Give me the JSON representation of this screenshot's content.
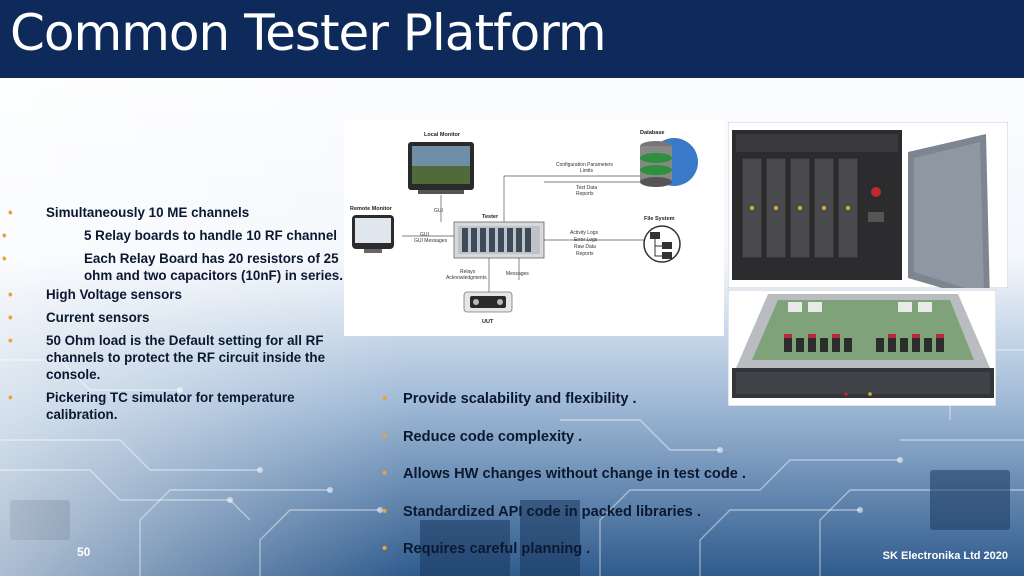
{
  "title": "Common Tester Platform",
  "page_number": "50",
  "footer": "SK Electronika Ltd 2020",
  "left_bullets": [
    {
      "text": "Simultaneously 10 ME channels"
    },
    {
      "text": "5 Relay boards to handle 10 RF channel"
    },
    {
      "text": "Each Relay Board has 20 resistors of 25 ohm and two capacitors (10nF) in series."
    },
    {
      "text": "High Voltage sensors"
    },
    {
      "text": "Current sensors"
    },
    {
      "text": "50 Ohm load is the Default setting for all RF channels to protect the RF circuit inside the console."
    },
    {
      "text": "Pickering TC simulator for temperature calibration."
    }
  ],
  "right_bullets": [
    "Provide scalability and flexibility .",
    "Reduce code complexity .",
    "Allows HW changes without change in test code .",
    "Standardized  API code in packed libraries .",
    "Requires careful planning ."
  ],
  "diagram": {
    "local_monitor": "Local Monitor",
    "remote_monitor": "Remote Monitor",
    "database": "Database",
    "tester": "Tester",
    "file_system": "File System",
    "uut": "UUT",
    "config": "Configuration Parameters",
    "limits": "Limits",
    "test_data": "Test Data",
    "reports": "Reports",
    "gui": "GUI",
    "gui_messages": "GUI Messages",
    "activity_logs": "Activity Logs",
    "error_logs": "Error Logs",
    "raw_data": "Raw Data",
    "reports2": "Reports",
    "relays": "Relays",
    "acknowledgments": "Acknowledgments",
    "messages": "Messages"
  },
  "colors": {
    "title_bar": "#0e2a5a",
    "bullet": "#e8a33c",
    "text": "#0b1830"
  }
}
